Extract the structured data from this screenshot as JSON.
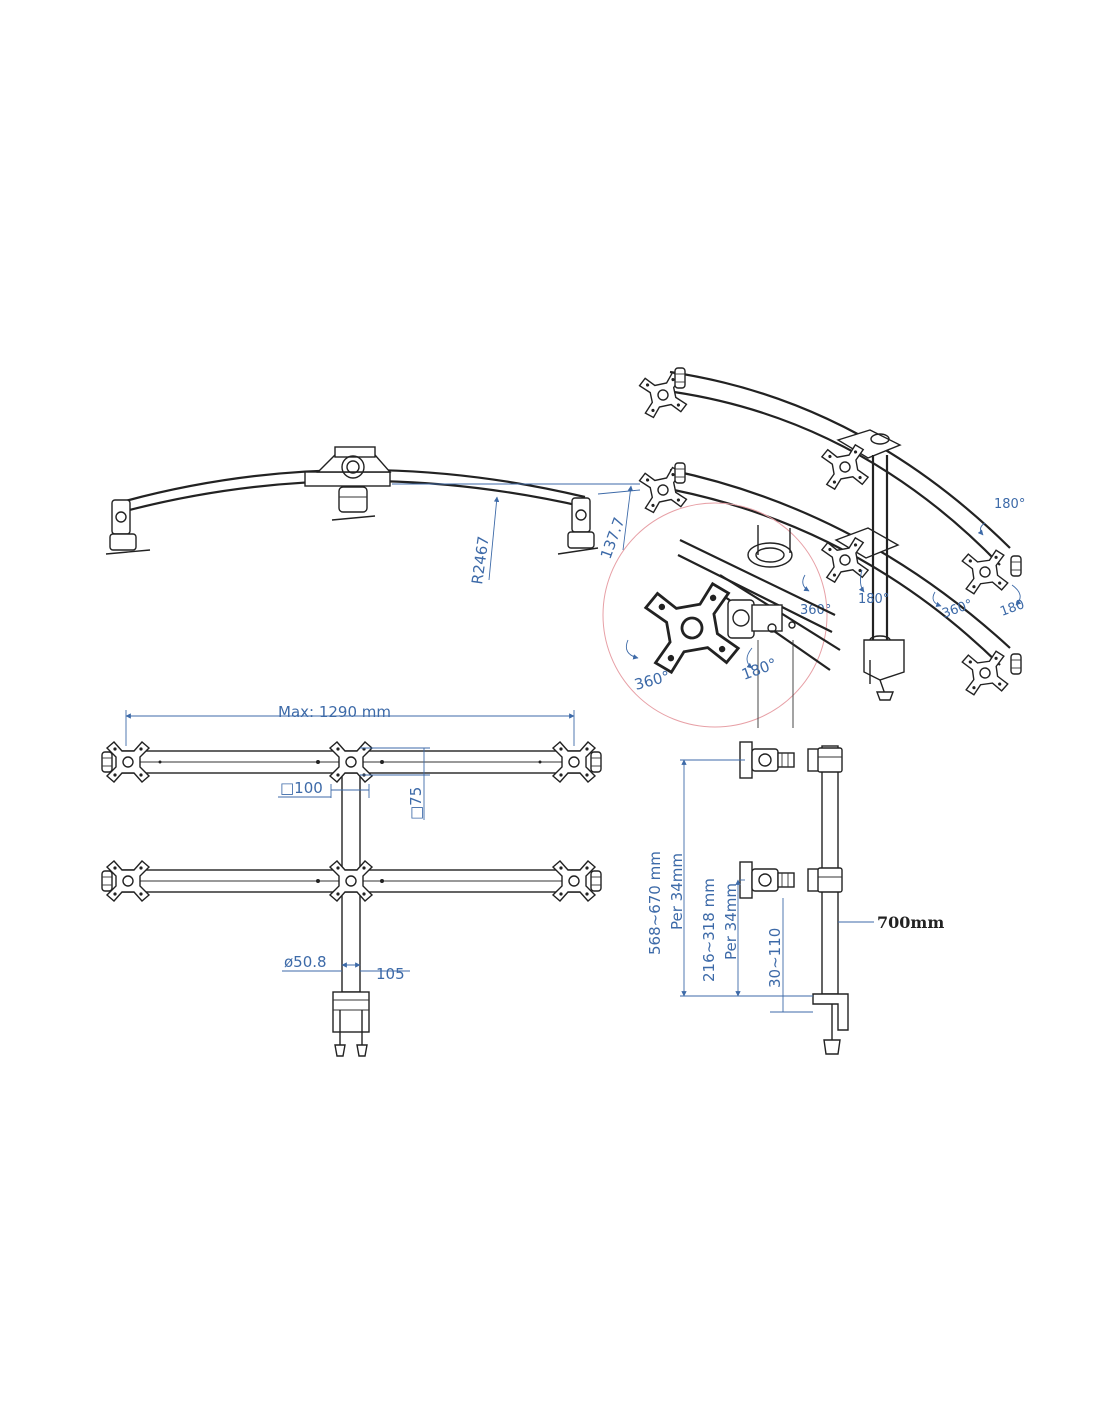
{
  "top_view": {
    "radius_label": "R2467",
    "offset_label": "137.7"
  },
  "front_view": {
    "max_width_label": "Max: 1290  mm",
    "vesa_100_label": "□100",
    "vesa_75_label": "□75",
    "pole_diameter_label": "ø50.8",
    "clamp_label": "105"
  },
  "side_view": {
    "range_total_label": "568~670  mm",
    "range_total_step": "Per  34mm",
    "range_lower_label": "216~318  mm",
    "range_lower_step": "Per  34mm",
    "clamp_range_label": "30~110",
    "pole_height_label": "700mm"
  },
  "iso_view": {
    "rot_180_top": "180°",
    "rot_180_right": "180",
    "rot_360_right": "360°",
    "rot_180_mid": "180°",
    "rot_360_small": "360°"
  },
  "detail_view": {
    "rot_360_label": "360°",
    "rot_180_label": "180°"
  }
}
